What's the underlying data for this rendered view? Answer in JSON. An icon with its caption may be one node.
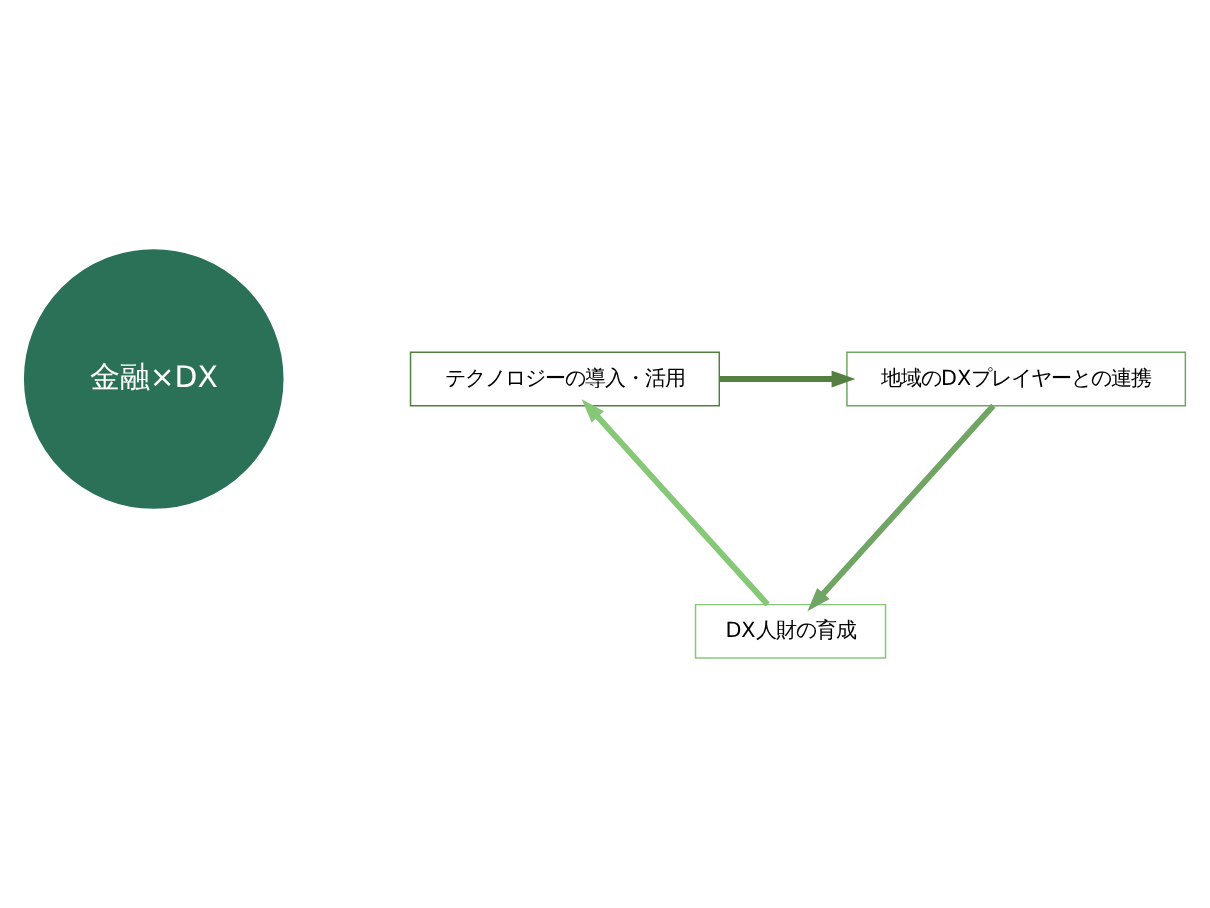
{
  "diagram": {
    "nodes": [
      {
        "text": [
          "金融×DX"
        ]
      },
      {
        "text": [
          "テクノロジーの導入・活用"
        ]
      },
      {
        "text": [
          "地域のDXプレイヤーとの連携"
        ]
      },
      {
        "text": [
          "DX人財の育成"
        ]
      }
    ],
    "edges": [
      {
        "from": 1,
        "to": 2,
        "arrow": "to",
        "color": "#557f40"
      },
      {
        "from": 2,
        "to": 3,
        "arrow": "to",
        "color": "#70a563"
      },
      {
        "from": 3,
        "to": 1,
        "arrow": "to",
        "color": "#86c878"
      }
    ]
  }
}
